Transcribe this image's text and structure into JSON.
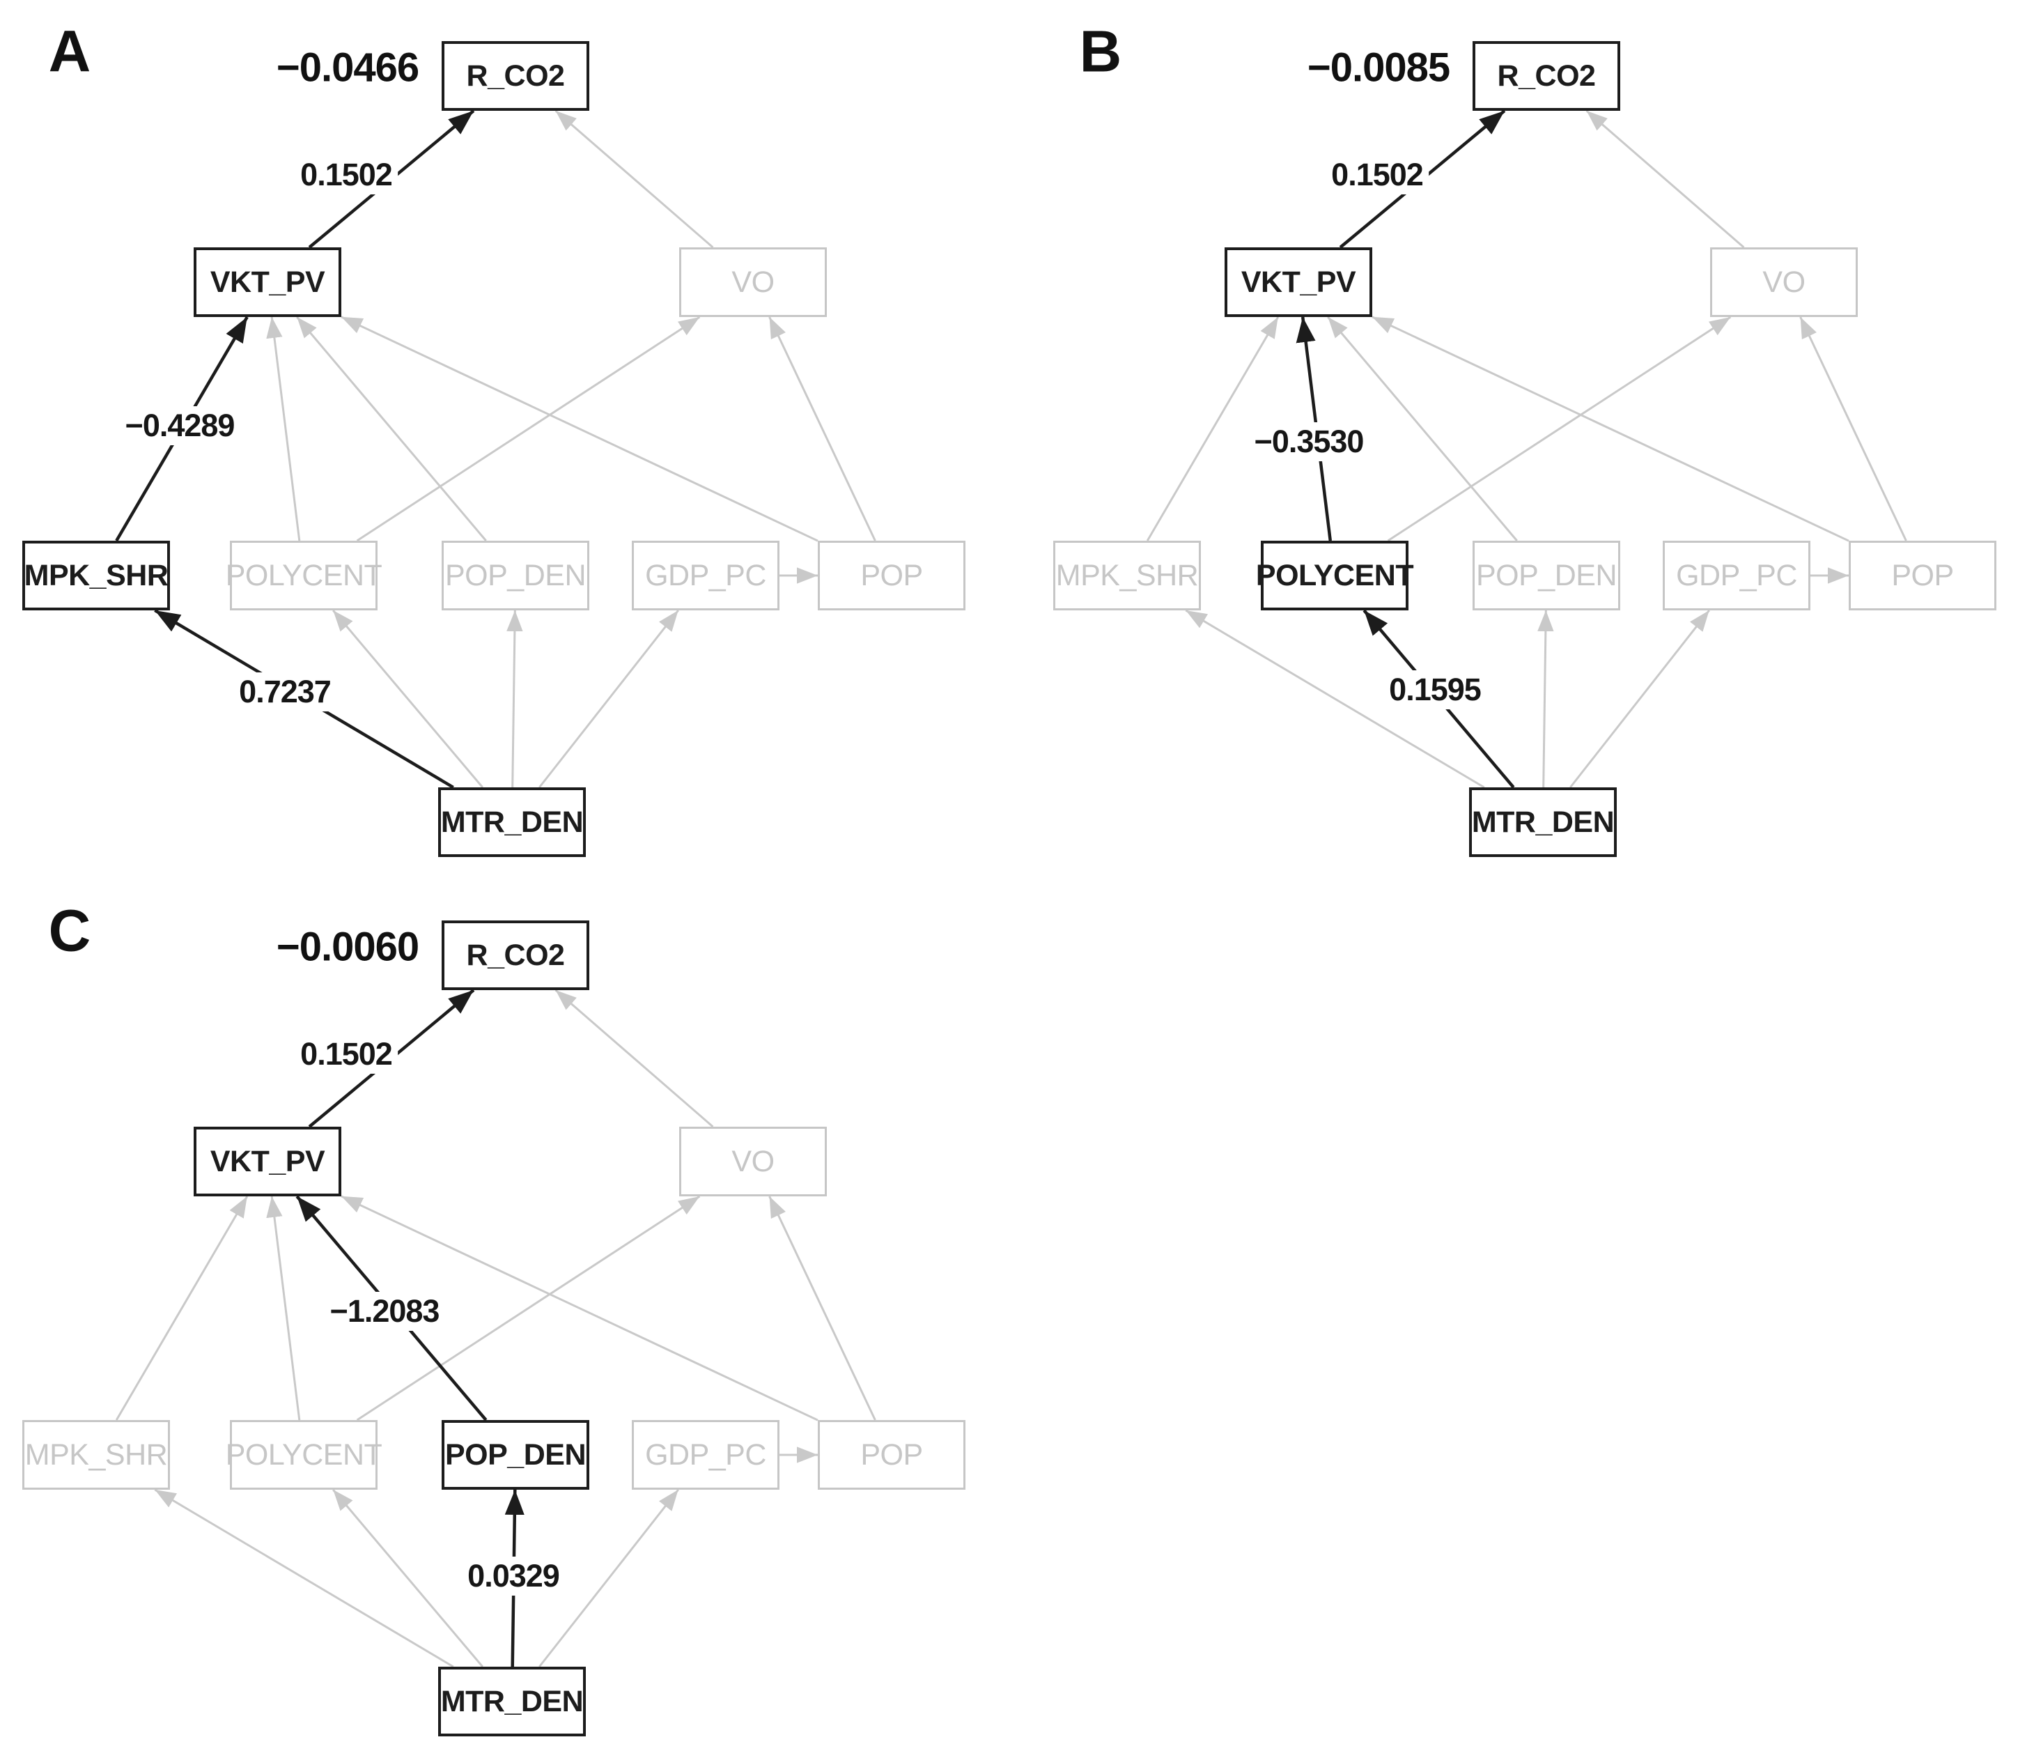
{
  "colors": {
    "highlight": "#1c1c1c",
    "muted_line": "#c9c9c9",
    "muted_border": "#c6c6c6",
    "muted_text": "#c6c6c6",
    "background": "#ffffff"
  },
  "graph": {
    "nodes": [
      {
        "id": "R_CO2",
        "label": "R_CO2"
      },
      {
        "id": "VKT_PV",
        "label": "VKT_PV"
      },
      {
        "id": "VO",
        "label": "VO"
      },
      {
        "id": "MPK_SHR",
        "label": "MPK_SHR"
      },
      {
        "id": "POLYCENT",
        "label": "POLYCENT"
      },
      {
        "id": "POP_DEN",
        "label": "POP_DEN"
      },
      {
        "id": "GDP_PC",
        "label": "GDP_PC"
      },
      {
        "id": "POP",
        "label": "POP"
      },
      {
        "id": "MTR_DEN",
        "label": "MTR_DEN"
      }
    ],
    "edges": [
      {
        "from": "MTR_DEN",
        "to": "MPK_SHR"
      },
      {
        "from": "MTR_DEN",
        "to": "POLYCENT"
      },
      {
        "from": "MTR_DEN",
        "to": "POP_DEN"
      },
      {
        "from": "MTR_DEN",
        "to": "GDP_PC"
      },
      {
        "from": "GDP_PC",
        "to": "POP"
      },
      {
        "from": "MPK_SHR",
        "to": "VKT_PV"
      },
      {
        "from": "POLYCENT",
        "to": "VKT_PV"
      },
      {
        "from": "POP_DEN",
        "to": "VKT_PV"
      },
      {
        "from": "POP",
        "to": "VKT_PV"
      },
      {
        "from": "POLYCENT",
        "to": "VO"
      },
      {
        "from": "POP",
        "to": "VO"
      },
      {
        "from": "VKT_PV",
        "to": "R_CO2"
      },
      {
        "from": "VO",
        "to": "R_CO2"
      }
    ]
  },
  "panels": [
    {
      "letter": "A",
      "total_effect": "−0.0466",
      "highlight_path": [
        "MTR_DEN",
        "MPK_SHR",
        "VKT_PV",
        "R_CO2"
      ],
      "coefficients": [
        {
          "from": "MTR_DEN",
          "to": "MPK_SHR",
          "value": "0.7237"
        },
        {
          "from": "MPK_SHR",
          "to": "VKT_PV",
          "value": "−0.4289"
        },
        {
          "from": "VKT_PV",
          "to": "R_CO2",
          "value": "0.1502"
        }
      ]
    },
    {
      "letter": "B",
      "total_effect": "−0.0085",
      "highlight_path": [
        "MTR_DEN",
        "POLYCENT",
        "VKT_PV",
        "R_CO2"
      ],
      "coefficients": [
        {
          "from": "MTR_DEN",
          "to": "POLYCENT",
          "value": "0.1595"
        },
        {
          "from": "POLYCENT",
          "to": "VKT_PV",
          "value": "−0.3530"
        },
        {
          "from": "VKT_PV",
          "to": "R_CO2",
          "value": "0.1502"
        }
      ]
    },
    {
      "letter": "C",
      "total_effect": "−0.0060",
      "highlight_path": [
        "MTR_DEN",
        "POP_DEN",
        "VKT_PV",
        "R_CO2"
      ],
      "coefficients": [
        {
          "from": "MTR_DEN",
          "to": "POP_DEN",
          "value": "0.0329"
        },
        {
          "from": "POP_DEN",
          "to": "VKT_PV",
          "value": "−1.2083"
        },
        {
          "from": "VKT_PV",
          "to": "R_CO2",
          "value": "0.1502"
        }
      ]
    }
  ]
}
